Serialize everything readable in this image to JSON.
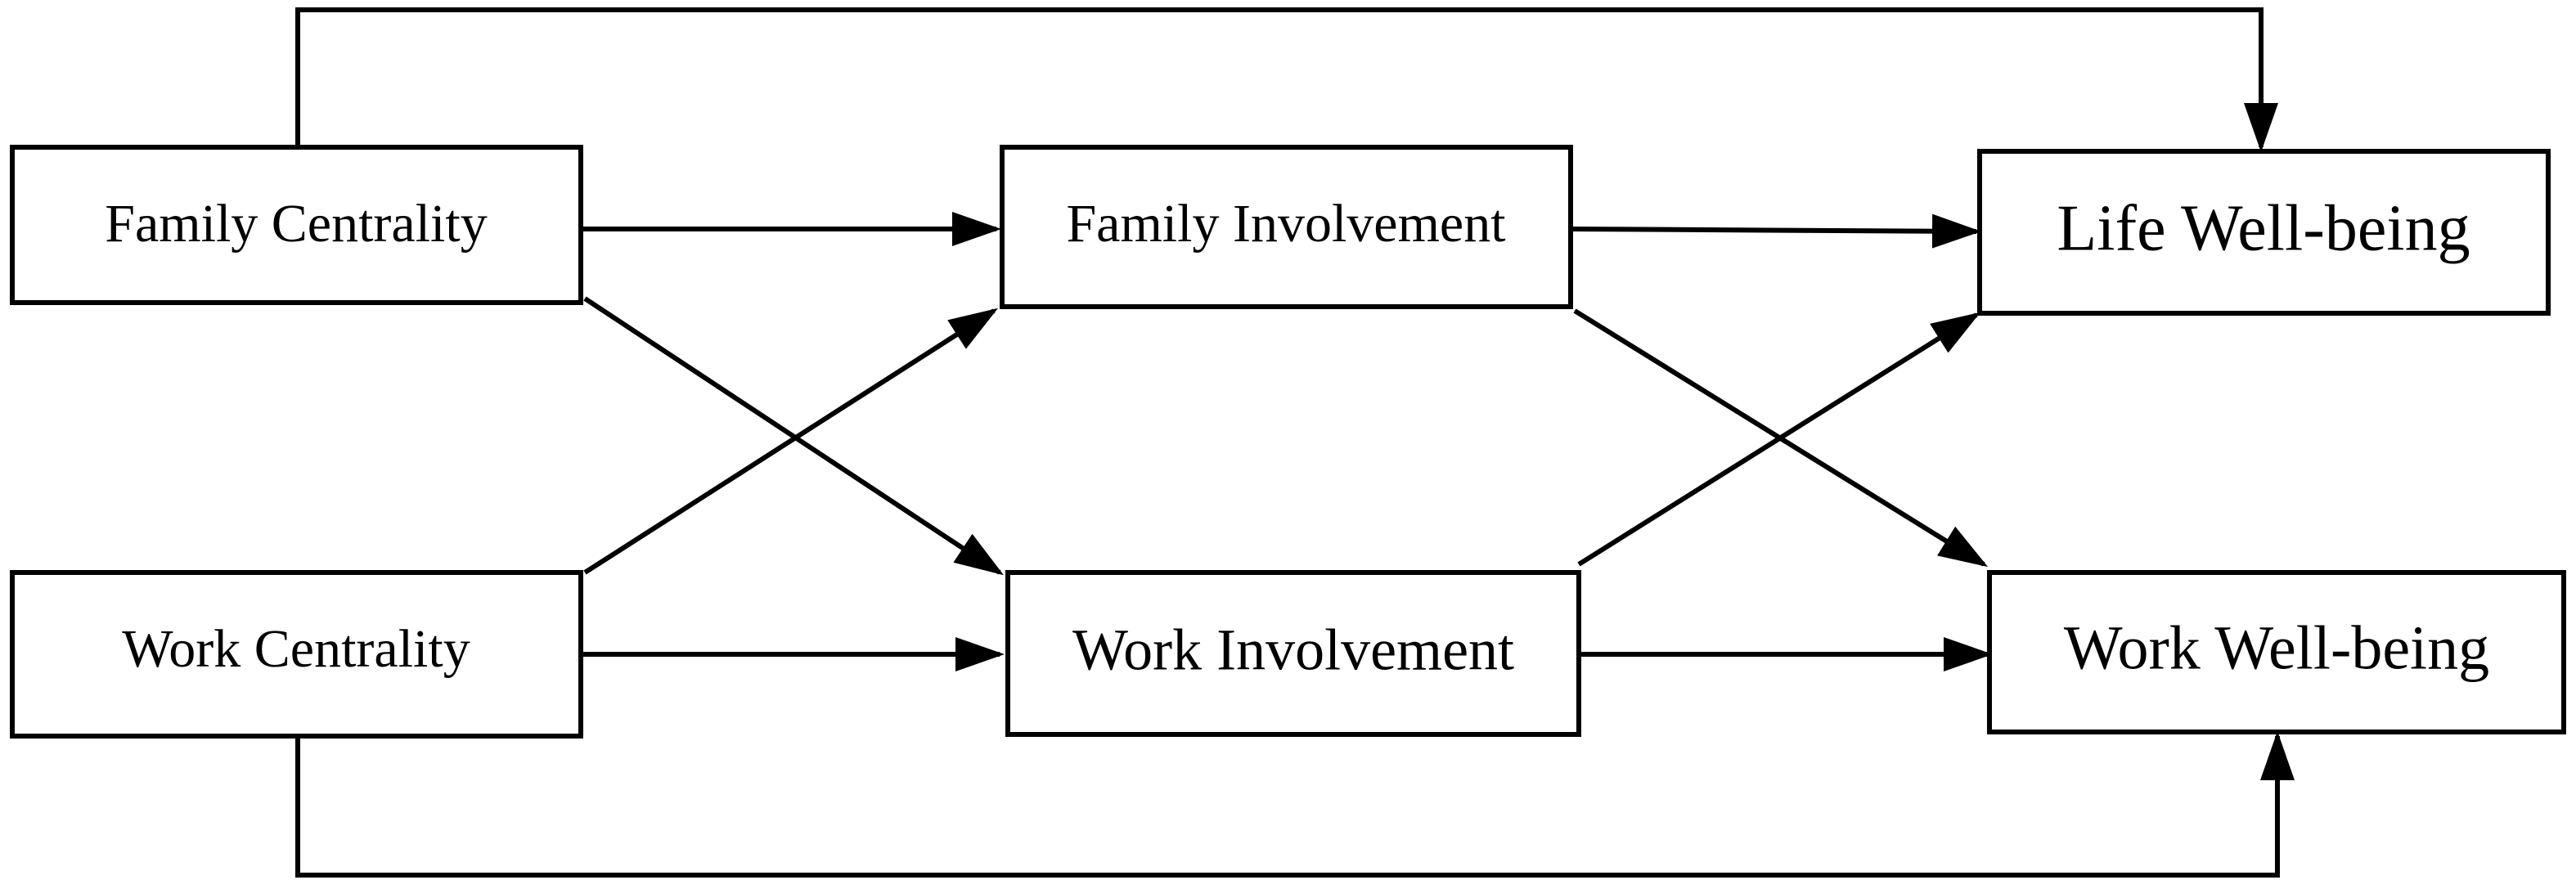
{
  "diagram": {
    "nodes": {
      "family_centrality": "Family Centrality",
      "work_centrality": "Work Centrality",
      "family_involvement": "Family Involvement",
      "work_involvement": "Work Involvement",
      "life_wellbeing": "Life Well-being",
      "work_wellbeing": "Work Well-being"
    },
    "edges": [
      {
        "from": "family_centrality",
        "to": "family_involvement"
      },
      {
        "from": "family_centrality",
        "to": "work_involvement"
      },
      {
        "from": "family_centrality",
        "to": "life_wellbeing"
      },
      {
        "from": "work_centrality",
        "to": "family_involvement"
      },
      {
        "from": "work_centrality",
        "to": "work_involvement"
      },
      {
        "from": "work_centrality",
        "to": "work_wellbeing"
      },
      {
        "from": "family_involvement",
        "to": "life_wellbeing"
      },
      {
        "from": "family_involvement",
        "to": "work_wellbeing"
      },
      {
        "from": "work_involvement",
        "to": "life_wellbeing"
      },
      {
        "from": "work_involvement",
        "to": "work_wellbeing"
      }
    ],
    "colors": {
      "line": "#000000",
      "background": "#ffffff"
    }
  }
}
